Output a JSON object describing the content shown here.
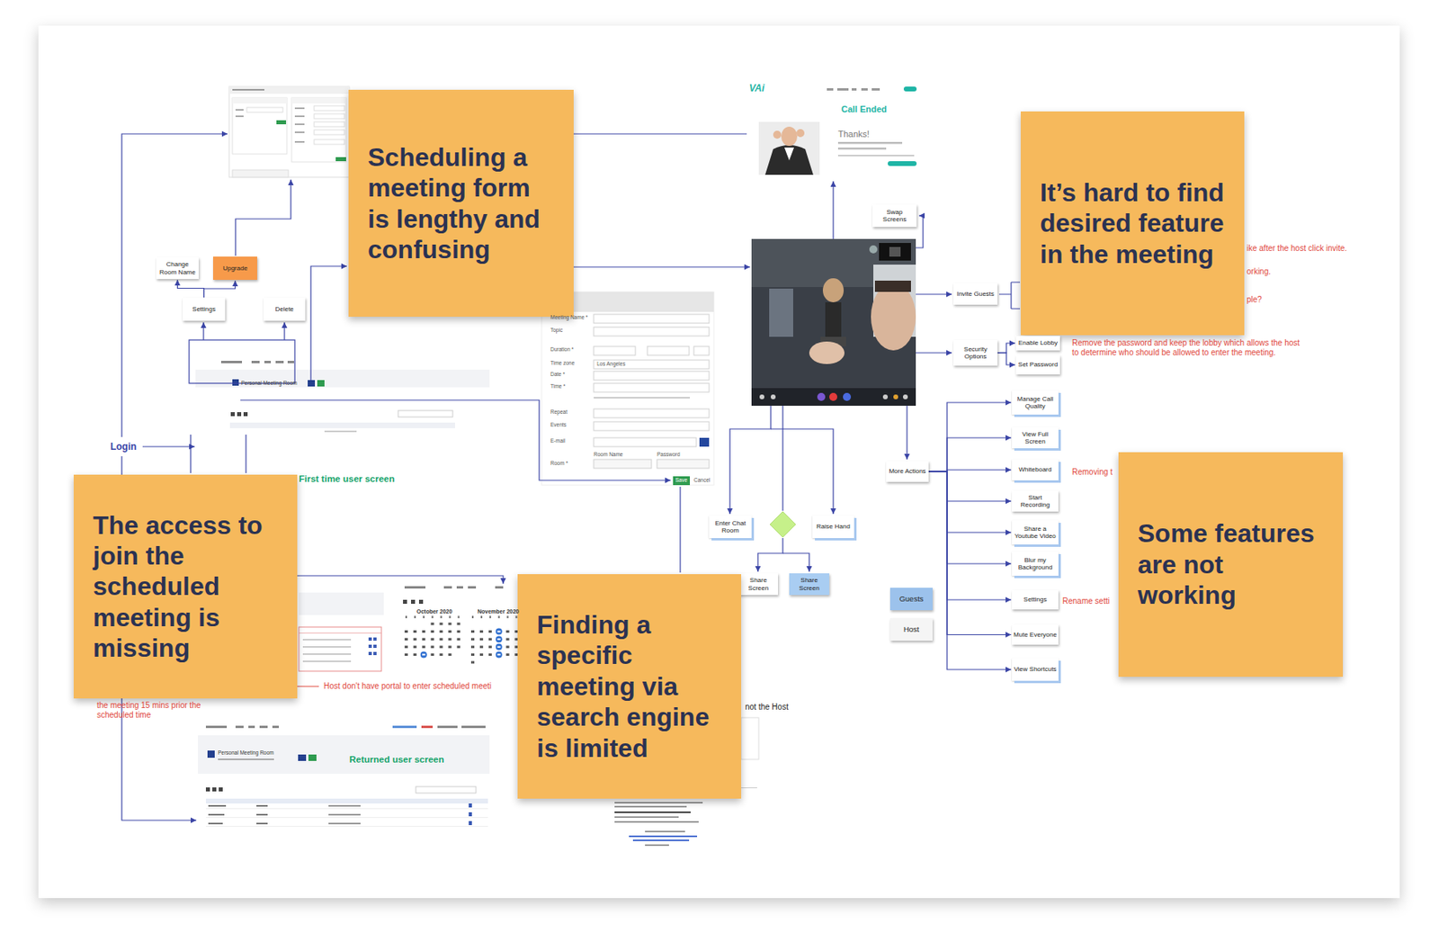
{
  "diagram": {
    "nodes": [
      {
        "text": [
          "Scheduling a meeting form is lengthy and confusing"
        ]
      },
      {
        "text": [
          "It’s hard to find desired feature in the meeting"
        ]
      },
      {
        "text": [
          "Swap Screens"
        ]
      },
      {
        "text": [
          "Change Room Name"
        ]
      },
      {
        "text": [
          "Upgrade"
        ]
      },
      {
        "text": [
          "Invite Guests"
        ]
      },
      {
        "text": [
          "Settings"
        ]
      },
      {
        "text": [
          "Delete"
        ]
      },
      {
        "text": [
          "Enable Lobby"
        ]
      },
      {
        "text": [
          "Security Options"
        ]
      },
      {
        "text": [
          "Set Password"
        ]
      },
      {
        "text": [
          "Manage Call Quality"
        ]
      },
      {
        "text": [
          "Login"
        ]
      },
      {
        "text": [
          "View Full Screen"
        ]
      },
      {
        "text": [
          "The access to join the scheduled meeting is missing"
        ]
      },
      {
        "text": [
          "More Actions"
        ]
      },
      {
        "text": [
          "Whiteboard"
        ]
      },
      {
        "text": [
          "Some features are not working"
        ]
      },
      {
        "text": [
          "Start Recording"
        ]
      },
      {
        "text": [
          "Enter Chat Room"
        ]
      },
      {
        "text": [
          "Raise Hand"
        ]
      },
      {
        "text": [
          "Share a Youtube Video"
        ]
      },
      {
        "text": [
          "Blur my Background"
        ]
      },
      {
        "text": [
          "Share Screen"
        ]
      },
      {
        "text": [
          "Share Screen"
        ]
      },
      {
        "text": [
          "Finding a specific meeting via search engine is limited"
        ]
      },
      {
        "text": [
          "Guests"
        ]
      },
      {
        "text": [
          "Settings"
        ]
      },
      {
        "text": [
          "Host"
        ]
      },
      {
        "text": [
          "Mute Everyone"
        ]
      },
      {
        "text": [
          "View Shortcuts"
        ]
      }
    ],
    "edges": [
      {
        "from": 6,
        "to": 3,
        "arrow": "to"
      },
      {
        "from": 6,
        "to": 4,
        "arrow": "to"
      },
      {
        "from": 9,
        "to": 8,
        "arrow": "to"
      },
      {
        "from": 9,
        "to": 10,
        "arrow": "to"
      },
      {
        "from": 15,
        "to": 11,
        "arrow": "to"
      },
      {
        "from": 15,
        "to": 13,
        "arrow": "to"
      },
      {
        "from": 15,
        "to": 16,
        "arrow": "to"
      },
      {
        "from": 15,
        "to": 18,
        "arrow": "to"
      },
      {
        "from": 15,
        "to": 21,
        "arrow": "to"
      },
      {
        "from": 15,
        "to": 22,
        "arrow": "to"
      },
      {
        "from": 15,
        "to": 27,
        "arrow": "to"
      },
      {
        "from": 15,
        "to": 29,
        "arrow": "to"
      },
      {
        "from": 15,
        "to": 30,
        "arrow": "to"
      }
    ],
    "labels": [
      "VAi",
      "Call Ended",
      "Thanks!",
      "Personal Meeting Room",
      "First time user screen",
      "Meeting Name *",
      "Topic",
      "Duration *",
      "Time zone",
      "Los Angeles",
      "Date *",
      "Time *",
      "Repeat",
      "Events",
      "E-mail",
      "Room Name",
      "Password",
      "Room *",
      "Save",
      "Cancel",
      "ike after the host click invite.",
      "orking.",
      "Remove the password and keep the lobby which allows the host to determine who should be allowed to enter the meeting.",
      "ple?",
      "Removing t",
      "October 2020",
      "November 2020",
      "Rename setti",
      "Host don't have portal to enter scheduled meeti",
      "not the Host",
      "the meeting 15 mins prior the scheduled time",
      "Personal Meeting Room",
      "Returned user screen"
    ]
  }
}
